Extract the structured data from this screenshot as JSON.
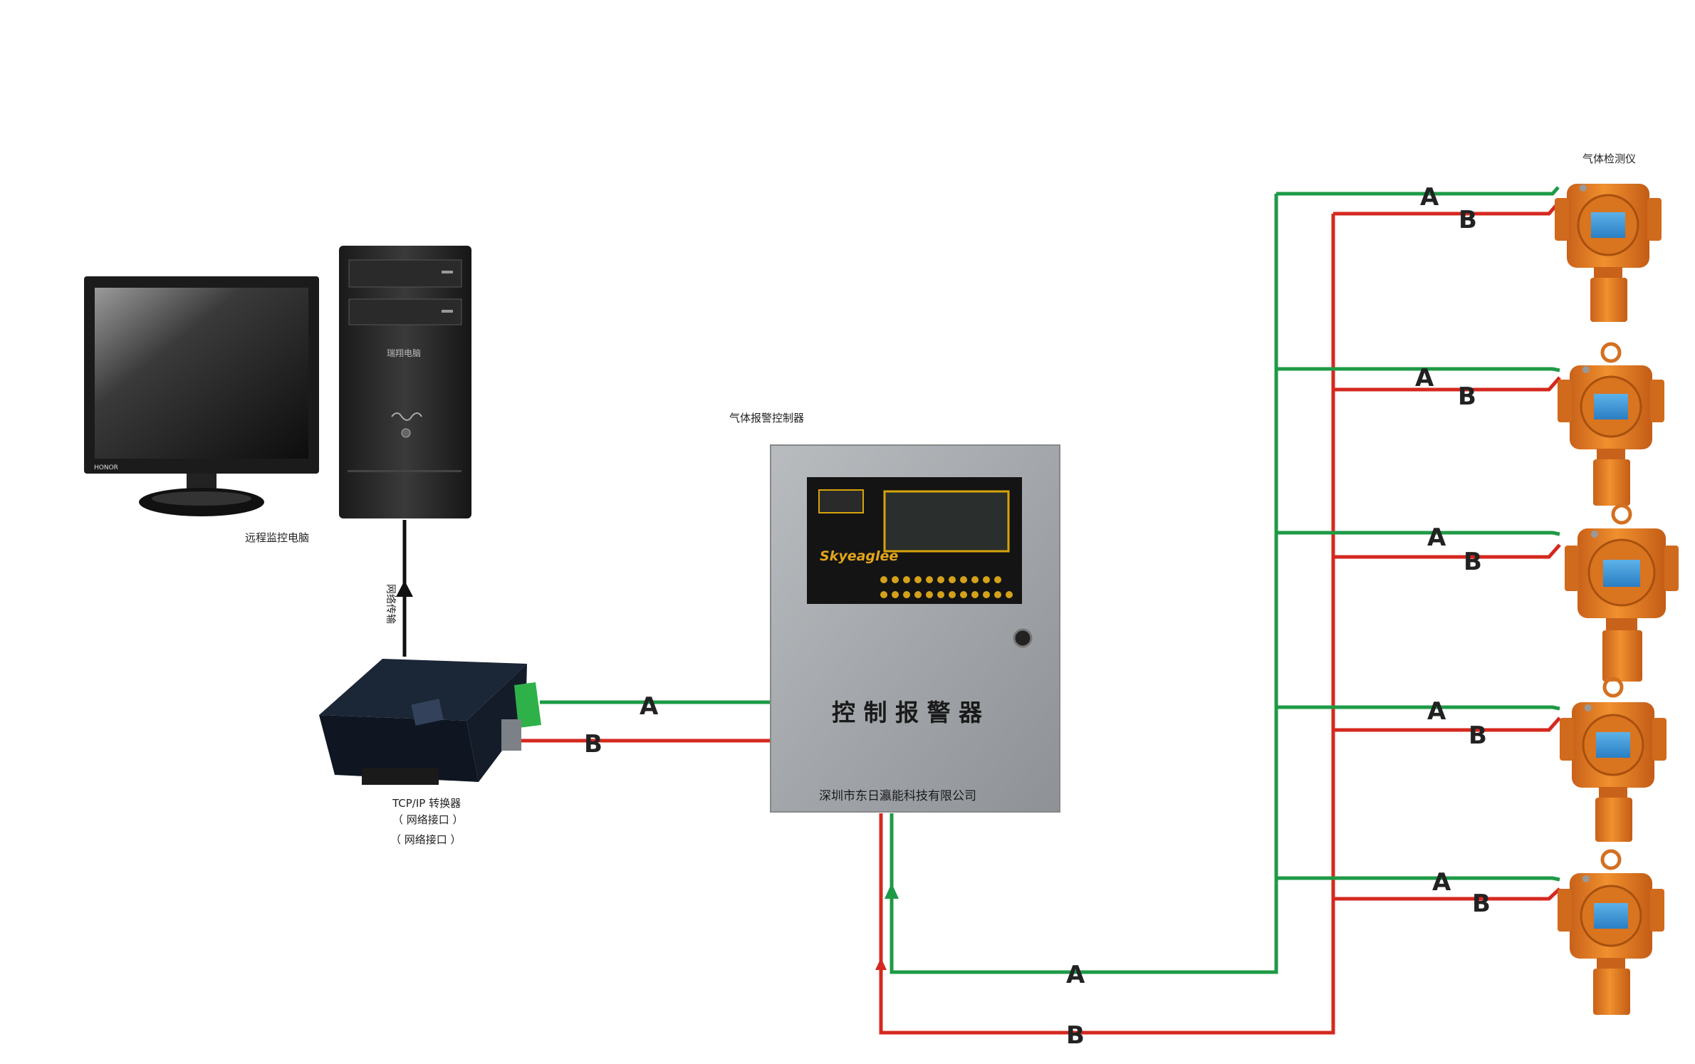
{
  "labels": {
    "computer": "远程监控电脑",
    "network_transfer": "网络传输",
    "converter_line1": "TCP/IP 转换器",
    "converter_line2": "（ 网络接口 ）",
    "converter_line3": "（ 网络接口 ）",
    "controller_title": "气体报警控制器",
    "controller_panel": "控 制 报 警 器",
    "controller_company": "深圳市东日瀛能科技有限公司",
    "controller_brand": "Skyeaglee",
    "detector_title": "气体检测仪",
    "pc_tower_text": "瑞翔电脑",
    "monitor_brand": "HONOR"
  },
  "wires": {
    "a": "A",
    "b": "B"
  },
  "colors": {
    "wire_a": "#1e9a46",
    "wire_b": "#d5281f",
    "detector_orange": "#e67e22",
    "controller_steel": "#a9adb1"
  }
}
